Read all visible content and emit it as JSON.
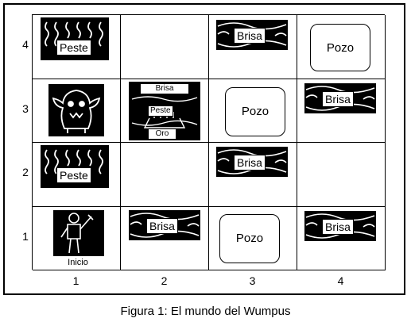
{
  "labels": {
    "breeze": "Brisa",
    "stench": "Peste",
    "pit": "Pozo",
    "gold": "Oro",
    "start": "Inicio"
  },
  "axes": {
    "x": [
      "1",
      "2",
      "3",
      "4"
    ],
    "y": [
      "1",
      "2",
      "3",
      "4"
    ]
  },
  "caption": "Figura 1: El mundo del Wumpus",
  "icons": {
    "breeze": "wind-lines-icon",
    "stench": "stench-squiggle-icon",
    "wumpus": "wumpus-monster-icon",
    "agent": "agent-figure-icon",
    "gold": "gold-treasure-icon"
  }
}
